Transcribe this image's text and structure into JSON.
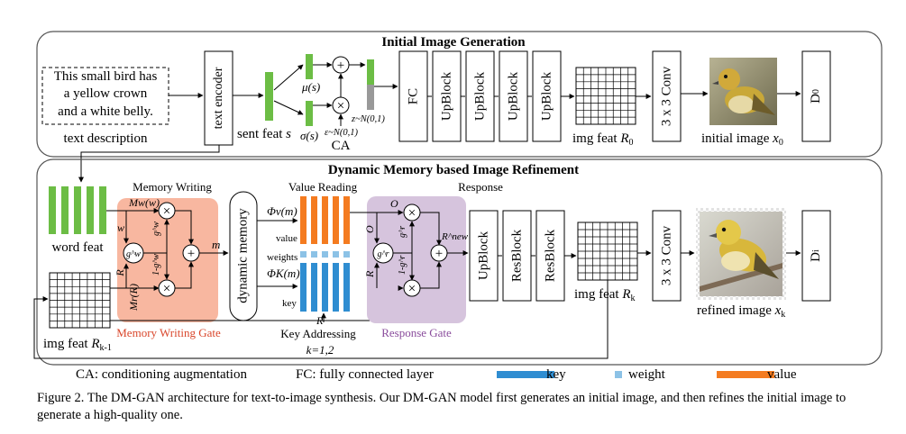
{
  "colors": {
    "green": "#6cbd45",
    "blue": "#2f8dd1",
    "light_blue": "#8cc2e6",
    "orange": "#f47b20",
    "pink_gate": "#f8b7a0",
    "purple_gate": "#d6c4dd",
    "gray": "#999999"
  },
  "stage1": {
    "title": "Initial Image Generation",
    "text_lines": [
      "This small bird has",
      "a yellow crown",
      "and a white belly."
    ],
    "text_desc_label": "text description",
    "text_encoder": "text encoder",
    "sent_feat_label": "sent feat",
    "sent_feat_var": "s",
    "mu": "μ(s)",
    "sigma": "σ(s)",
    "eps": "ε~N(0,1)",
    "z": "z~N(0,1)",
    "plus": "+",
    "times": "×",
    "ca_label": "CA",
    "fc": "FC",
    "upblocks": [
      "UpBlock",
      "UpBlock",
      "UpBlock",
      "UpBlock"
    ],
    "img_feat_label": "img feat",
    "img_feat_var": "R",
    "img_feat_sub": "0",
    "conv": "3 x 3 Conv",
    "image_label": "initial image",
    "image_var": "x",
    "image_sub": "0",
    "disc": "D",
    "disc_sub": "0"
  },
  "stage2": {
    "title": "Dynamic Memory based Image Refinement",
    "memory_writing": "Memory Writing",
    "memory_writing_gate": "Memory Writing Gate",
    "word_feat": "word feat",
    "img_feat_prev": "img feat",
    "img_feat_prev_var": "R",
    "img_feat_prev_sub": "k-1",
    "mw": "Mw(w)",
    "mr": "Mr(R)",
    "w": "w",
    "r": "R",
    "gw": "g^w",
    "one_minus_gw": "1-g^w",
    "m": "m",
    "dynamic_memory": "dynamic memory",
    "value_reading": "Value Reading",
    "phi_v": "Φv(m)",
    "phi_k": "ΦK(m)",
    "value": "value",
    "weights": "weights",
    "key": "key",
    "key_addressing": "Key Addressing",
    "k_eq": "k=1,2",
    "response": "Response",
    "response_gate": "Response Gate",
    "o": "O",
    "gr": "g^r",
    "one_minus_gr": "1-g^r",
    "rnew": "R^new",
    "blocks": [
      "UpBlock",
      "ResBlock",
      "ResBlock"
    ],
    "img_feat_label": "img feat",
    "img_feat_var": "R",
    "img_feat_sub": "k",
    "conv": "3 x 3 Conv",
    "image_label": "refined image",
    "image_var": "x",
    "image_sub": "k",
    "disc": "D",
    "disc_sub": "i"
  },
  "legend": {
    "ca": "CA: conditioning augmentation",
    "fc": "FC: fully connected layer",
    "key": "key",
    "weight": "weight",
    "value": "value"
  },
  "caption": "Figure 2. The DM-GAN architecture for text-to-image synthesis. Our DM-GAN model first generates an initial image, and then refines the initial image to generate a high-quality one."
}
